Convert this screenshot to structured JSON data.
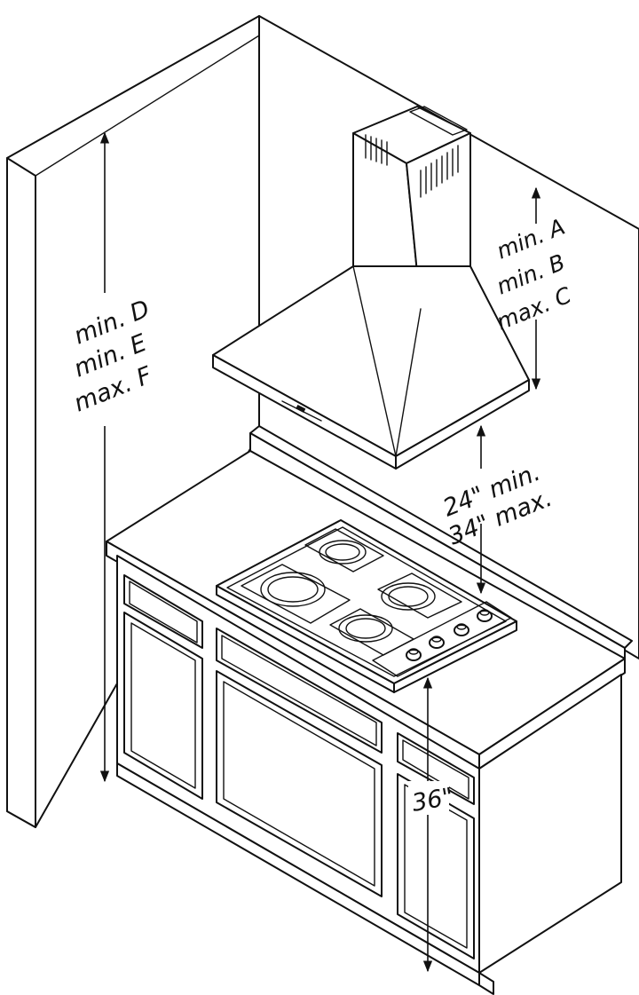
{
  "labels": {
    "side_dims": [
      "min. D",
      "min. E",
      "max. F"
    ],
    "top_dims": [
      "min. A",
      "min. B",
      "max. C"
    ],
    "clearance_dims": [
      "24\" min.",
      "34\" max."
    ],
    "counter_height": "36\""
  },
  "colors": {
    "line": "#111111",
    "background": "#ffffff"
  }
}
